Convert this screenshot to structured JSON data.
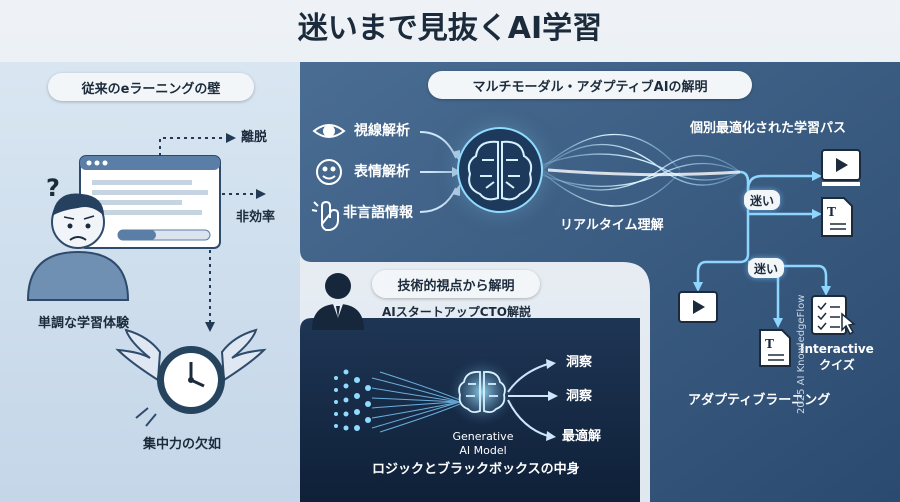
{
  "title": "迷いまで見抜くAI学習",
  "left_panel": {
    "header": "従来のeラーニングの壁",
    "arrow_labels": [
      "離脱",
      "非効率"
    ],
    "question_mark": "?",
    "caption_learning": "単調な学習体験",
    "caption_focus": "集中力の欠如"
  },
  "main_panel": {
    "header": "マルチモーダル・アダプティブAIの解明",
    "inputs": [
      "視線解析",
      "表情解析",
      "非言語情報"
    ],
    "core_caption": "リアルタイム理解",
    "path_title": "個別最適化された学習パス",
    "hesitation_tags": [
      "迷い",
      "迷い"
    ],
    "quiz_label": "Interactive\nクイズ",
    "adaptive_caption": "アダプティブラーニング"
  },
  "cto_panel": {
    "speech": "技術的視点から解明",
    "caption": "AIスタートアップCTO解説",
    "model_label": "Generative\nAI Model",
    "outputs": [
      "洞察",
      "洞察",
      "最適解"
    ],
    "footer": "ロジックとブラックボックスの中身"
  },
  "watermark": "2025 AI KnowledgeFlow",
  "colors": {
    "panel_blue": "#3d5f85",
    "panel_dark": "#142a44",
    "accent_glow": "#7fd4ff",
    "title_text": "#1c2b3c"
  }
}
